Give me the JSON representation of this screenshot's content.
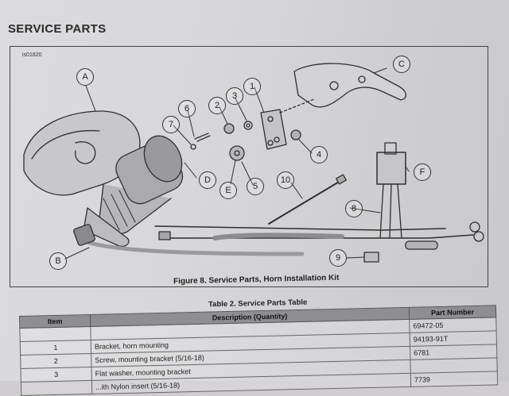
{
  "section_title": "SERVICE PARTS",
  "figure": {
    "id_code": "is01820",
    "caption": "Figure 8. Service Parts, Horn Installation Kit",
    "letter_callouts": [
      "A",
      "B",
      "C",
      "D",
      "E",
      "F"
    ],
    "number_callouts": [
      "1",
      "2",
      "3",
      "4",
      "5",
      "6",
      "7",
      "8",
      "9",
      "10"
    ]
  },
  "table": {
    "title": "Table 2. Service Parts Table",
    "headers": {
      "item": "Item",
      "description": "Description (Quantity)",
      "part_number": "Part Number"
    },
    "rows": [
      {
        "item": "",
        "description": "",
        "part_number": "69472-05"
      },
      {
        "item": "1",
        "description": "Bracket, horn mounting",
        "part_number": "94193-91T"
      },
      {
        "item": "2",
        "description": "Screw, mounting bracket (5/16-18)",
        "part_number": "6781"
      },
      {
        "item": "3",
        "description": "Flat washer, mounting bracket",
        "part_number": ""
      },
      {
        "item": "",
        "description": "...ith Nylon insert (5/16-18)",
        "part_number": "7739"
      }
    ]
  },
  "colors": {
    "line": "#2f2f2f",
    "header_bg": "#8f8e93"
  }
}
